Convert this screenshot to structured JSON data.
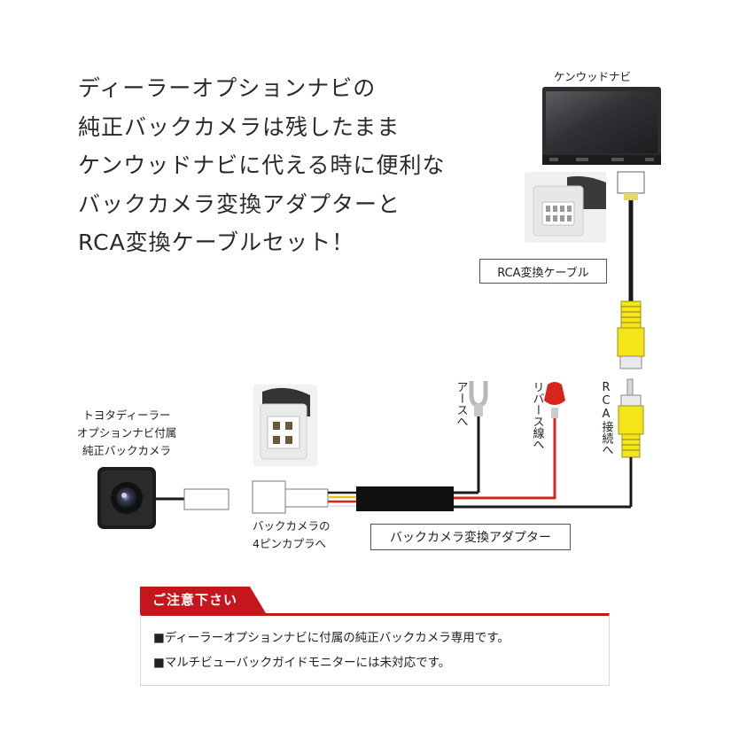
{
  "headline": {
    "lines": [
      "ディーラーオプションナビの",
      "純正バックカメラは残したまま",
      "ケンウッドナビに代える時に便利な",
      "バックカメラ変換アダプターと",
      "RCA変換ケーブルセット！"
    ]
  },
  "labels": {
    "navi": "ケンウッドナビ",
    "rca_cable": "RCA変換ケーブル",
    "camera_line1": "トヨタディーラー",
    "camera_line2": "オプションナビ付属",
    "camera_line3": "純正バックカメラ",
    "coupler_line1": "バックカメラの",
    "coupler_line2": "4ピンカプラへ",
    "adapter": "バックカメラ変換アダプター",
    "earth": "アースへ",
    "reverse": "リバース線へ",
    "rca_connect": "RCA接続へ"
  },
  "notice": {
    "title": "ご注意下さい",
    "items": [
      "■ディーラーオプションナビに付属の純正バックカメラ専用です。",
      "■マルチビューバックガイドモニターには未対応です。"
    ]
  },
  "colors": {
    "accent_red": "#c4161c",
    "rca_yellow": "#f4e51a",
    "wire_black": "#1a1a1a",
    "wire_red": "#d8241c"
  }
}
